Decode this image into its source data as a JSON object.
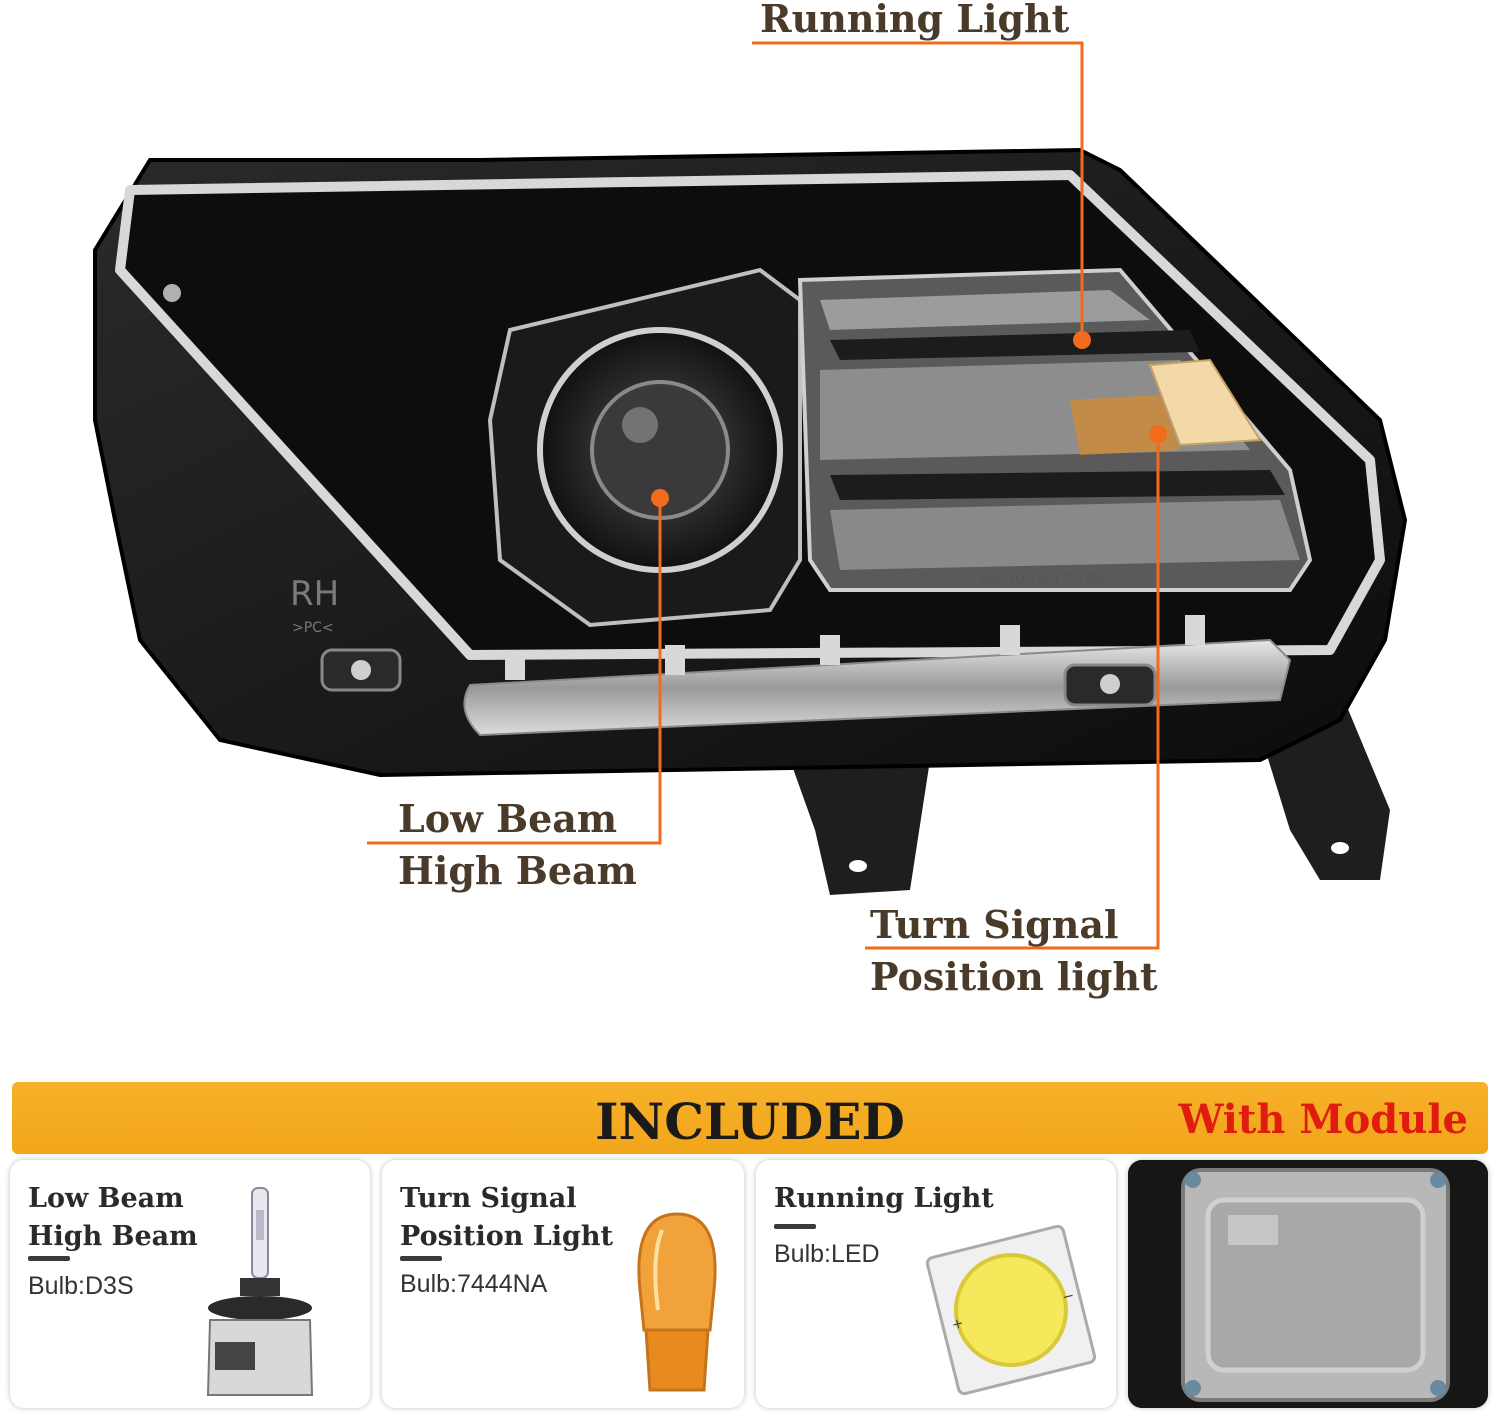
{
  "callouts": {
    "running_light": "Running Light",
    "low_beam": "Low Beam",
    "high_beam": "High Beam",
    "turn_signal": "Turn Signal",
    "position_light": "Position light"
  },
  "headlamp_markings": {
    "side": "RH",
    "material": ">PC<",
    "standards": "SAE HG 15P DOT VOR"
  },
  "banner": {
    "title": "INCLUDED",
    "badge": "With Module"
  },
  "cards": [
    {
      "line1": "Low Beam",
      "line2": "High Beam",
      "bulb": "Bulb:D3S",
      "image": "d3s-hid-bulb"
    },
    {
      "line1": "Turn Signal",
      "line2": "Position Light",
      "bulb": "Bulb:7444NA",
      "image": "amber-7444na-bulb"
    },
    {
      "line1": "Running Light",
      "line2": "",
      "bulb": "Bulb:LED",
      "image": "cob-led-chip"
    }
  ],
  "module_image": "ballast-module",
  "colors": {
    "accent": "#f26a1b",
    "banner": "#f2a51a",
    "badge": "#e01b10",
    "text": "#4a3a2a"
  }
}
